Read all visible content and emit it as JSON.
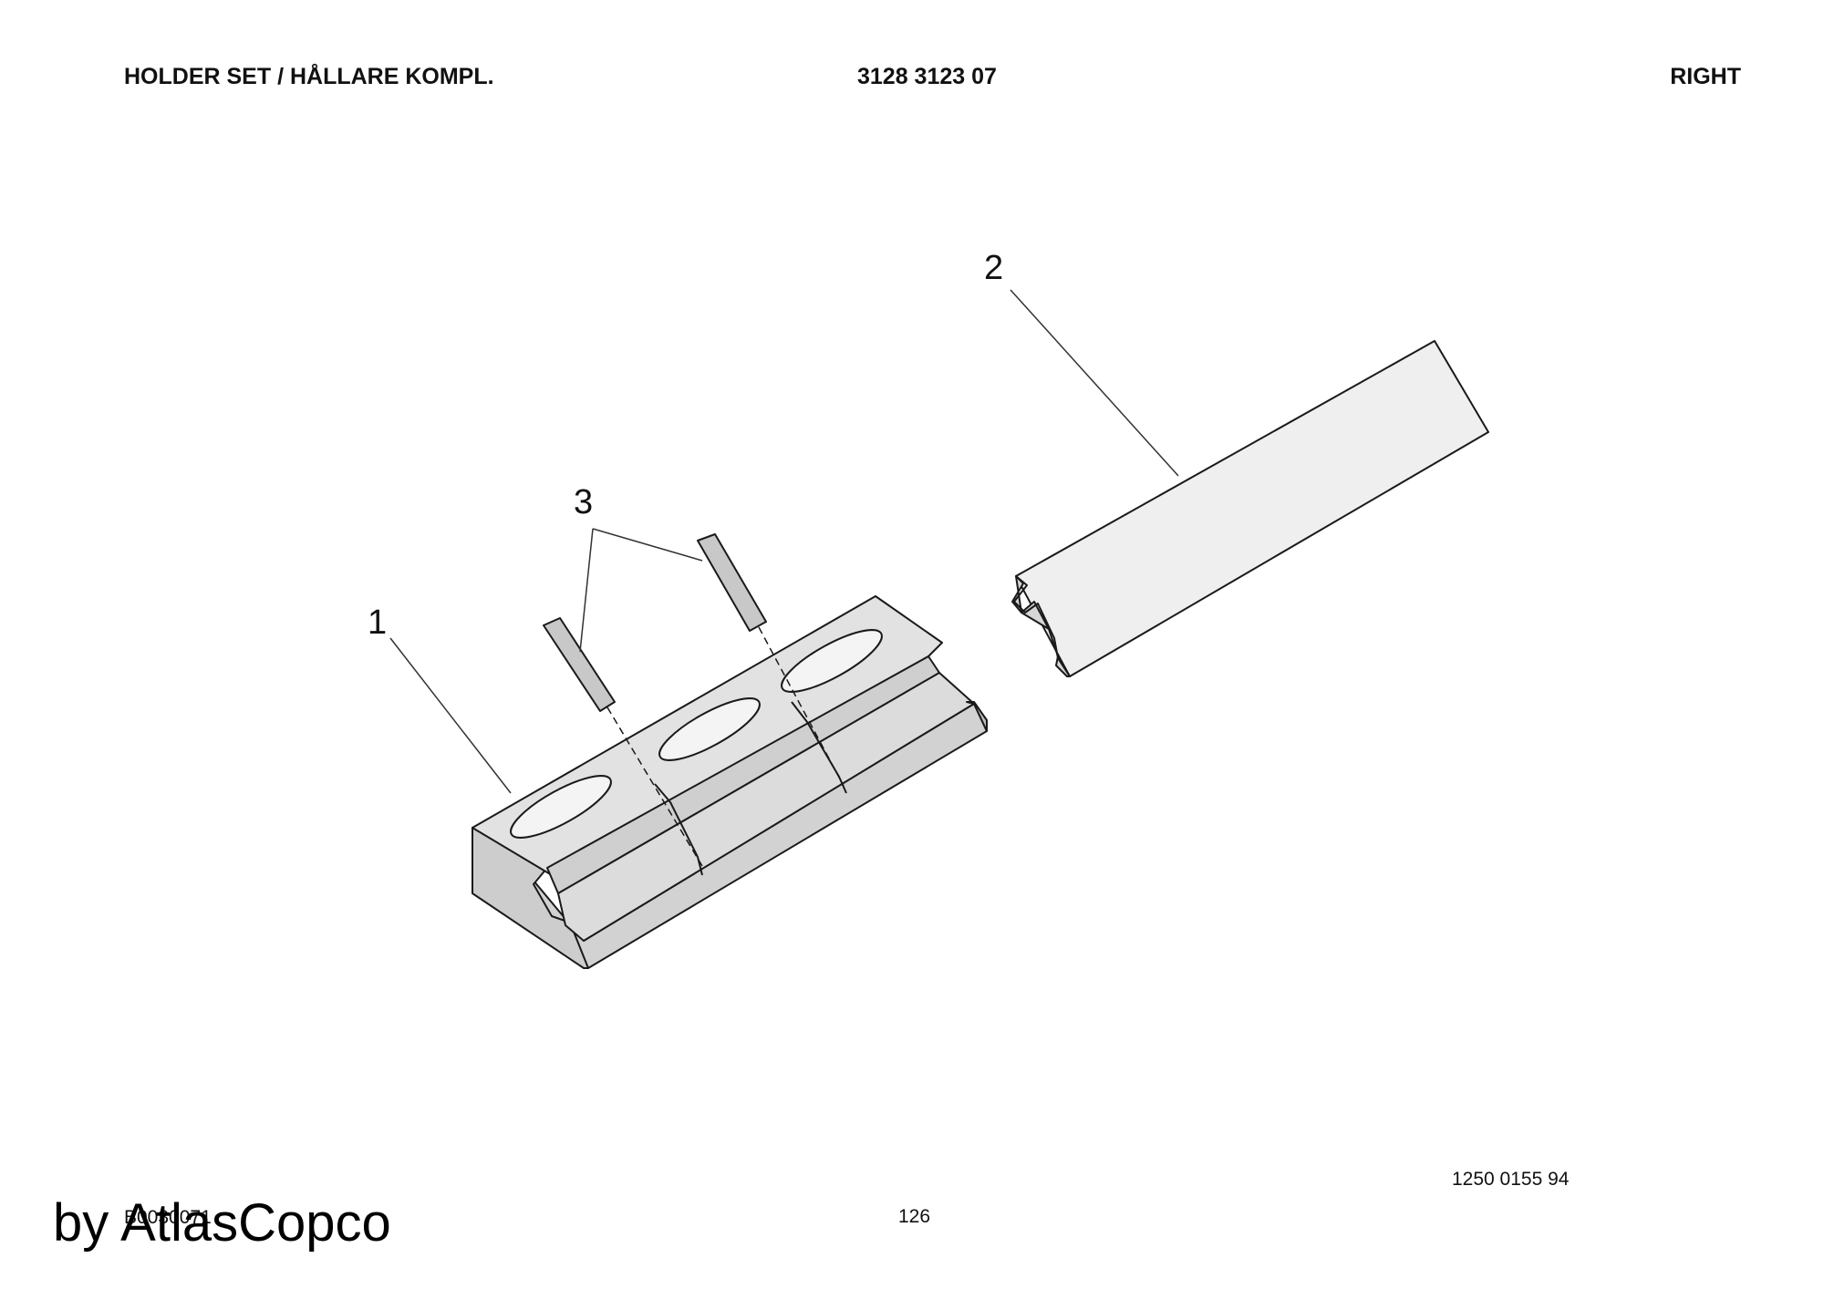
{
  "header": {
    "title": "HOLDER SET / HÅLLARE KOMPL.",
    "part_number": "3128 3123 07",
    "side": "RIGHT"
  },
  "callouts": {
    "item_1": "1",
    "item_2": "2",
    "item_3": "3"
  },
  "footer": {
    "drawing_id": "1250 0155 94",
    "doc_code": "B0030071",
    "page_number": "126",
    "brand": "by AtlasCopco"
  },
  "colors": {
    "part_fill": "#dadada",
    "part_fill_light": "#efefef",
    "outline": "#1a1a1a"
  }
}
